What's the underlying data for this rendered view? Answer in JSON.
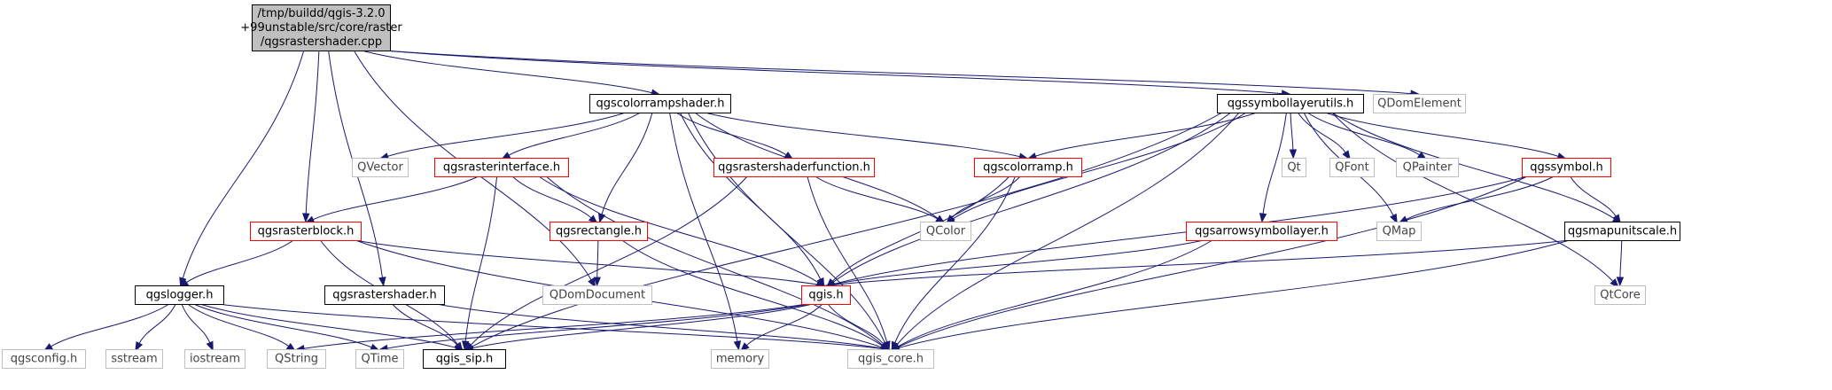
{
  "graph": {
    "root": {
      "id": "root",
      "lines": [
        "/tmp/buildd/qgis-3.2.0",
        "+99unstable/src/core/raster",
        "/qgsrastershader.cpp"
      ],
      "style": "root"
    },
    "nodes": [
      {
        "id": "qgscolorrampshader",
        "label": "qgscolorrampshader.h",
        "style": "normal"
      },
      {
        "id": "qgssymbollayerutils",
        "label": "qgssymbollayerutils.h",
        "style": "normal"
      },
      {
        "id": "QDomElement",
        "label": "QDomElement",
        "style": "external"
      },
      {
        "id": "QVector",
        "label": "QVector",
        "style": "external"
      },
      {
        "id": "qgsrasterinterface",
        "label": "qgsrasterinterface.h",
        "style": "red"
      },
      {
        "id": "qgsrastershaderfunction",
        "label": "qgsrastershaderfunction.h",
        "style": "red"
      },
      {
        "id": "qgscolorramp",
        "label": "qgscolorramp.h",
        "style": "red"
      },
      {
        "id": "Qt",
        "label": "Qt",
        "style": "external"
      },
      {
        "id": "QFont",
        "label": "QFont",
        "style": "external"
      },
      {
        "id": "QPainter",
        "label": "QPainter",
        "style": "external"
      },
      {
        "id": "qgssymbol",
        "label": "qgssymbol.h",
        "style": "red"
      },
      {
        "id": "qgsrasterblock",
        "label": "qgsrasterblock.h",
        "style": "red"
      },
      {
        "id": "qgsrectangle",
        "label": "qgsrectangle.h",
        "style": "red"
      },
      {
        "id": "QColor",
        "label": "QColor",
        "style": "external"
      },
      {
        "id": "qgsarrowsymbollayer",
        "label": "qgsarrowsymbollayer.h",
        "style": "red"
      },
      {
        "id": "QMap",
        "label": "QMap",
        "style": "external"
      },
      {
        "id": "qgsmapunitscale",
        "label": "qgsmapunitscale.h",
        "style": "normal"
      },
      {
        "id": "qgslogger",
        "label": "qgslogger.h",
        "style": "normal"
      },
      {
        "id": "qgsrastershader",
        "label": "qgsrastershader.h",
        "style": "normal"
      },
      {
        "id": "QDomDocument",
        "label": "QDomDocument",
        "style": "external"
      },
      {
        "id": "qgis",
        "label": "qgis.h",
        "style": "red"
      },
      {
        "id": "QtCore",
        "label": "QtCore",
        "style": "external"
      },
      {
        "id": "qgsconfig",
        "label": "qgsconfig.h",
        "style": "external"
      },
      {
        "id": "sstream",
        "label": "sstream",
        "style": "external"
      },
      {
        "id": "iostream",
        "label": "iostream",
        "style": "external"
      },
      {
        "id": "QString",
        "label": "QString",
        "style": "external"
      },
      {
        "id": "QTime",
        "label": "QTime",
        "style": "external"
      },
      {
        "id": "qgis_sip",
        "label": "qgis_sip.h",
        "style": "normal"
      },
      {
        "id": "memory",
        "label": "memory",
        "style": "external"
      },
      {
        "id": "qgis_core",
        "label": "qgis_core.h",
        "style": "external"
      }
    ],
    "edges": [
      [
        "root",
        "qgscolorrampshader"
      ],
      [
        "root",
        "qgssymbollayerutils"
      ],
      [
        "root",
        "QDomElement"
      ],
      [
        "root",
        "qgsrasterblock"
      ],
      [
        "root",
        "qgslogger"
      ],
      [
        "root",
        "qgsrastershader"
      ],
      [
        "root",
        "QDomDocument"
      ],
      [
        "qgscolorrampshader",
        "QVector"
      ],
      [
        "qgscolorrampshader",
        "qgsrasterinterface"
      ],
      [
        "qgscolorrampshader",
        "qgsrastershaderfunction"
      ],
      [
        "qgscolorrampshader",
        "qgscolorramp"
      ],
      [
        "qgscolorrampshader",
        "qgsrectangle"
      ],
      [
        "qgscolorrampshader",
        "QColor"
      ],
      [
        "qgscolorrampshader",
        "qgis"
      ],
      [
        "qgscolorrampshader",
        "memory"
      ],
      [
        "qgscolorrampshader",
        "qgis_core"
      ],
      [
        "qgssymbollayerutils",
        "QColor"
      ],
      [
        "qgssymbollayerutils",
        "qgscolorramp"
      ],
      [
        "qgssymbollayerutils",
        "Qt"
      ],
      [
        "qgssymbollayerutils",
        "QFont"
      ],
      [
        "qgssymbollayerutils",
        "QPainter"
      ],
      [
        "qgssymbollayerutils",
        "qgssymbol"
      ],
      [
        "qgssymbollayerutils",
        "QMap"
      ],
      [
        "qgssymbollayerutils",
        "qgsmapunitscale"
      ],
      [
        "qgssymbollayerutils",
        "QtCore"
      ],
      [
        "qgssymbollayerutils",
        "qgsarrowsymbollayer"
      ],
      [
        "qgssymbollayerutils",
        "qgis"
      ],
      [
        "qgssymbollayerutils",
        "qgis_sip"
      ],
      [
        "qgssymbollayerutils",
        "qgis_core"
      ],
      [
        "qgsrasterinterface",
        "qgsrasterblock"
      ],
      [
        "qgsrasterinterface",
        "qgsrectangle"
      ],
      [
        "qgsrasterinterface",
        "qgis"
      ],
      [
        "qgsrasterinterface",
        "qgis_sip"
      ],
      [
        "qgsrasterinterface",
        "qgis_core"
      ],
      [
        "qgsrastershaderfunction",
        "QColor"
      ],
      [
        "qgsrastershaderfunction",
        "qgis_sip"
      ],
      [
        "qgsrastershaderfunction",
        "qgis_core"
      ],
      [
        "qgscolorramp",
        "QColor"
      ],
      [
        "qgscolorramp",
        "qgis"
      ],
      [
        "qgscolorramp",
        "qgis_core"
      ],
      [
        "qgssymbol",
        "QMap"
      ],
      [
        "qgssymbol",
        "qgsmapunitscale"
      ],
      [
        "qgssymbol",
        "qgis"
      ],
      [
        "qgssymbol",
        "qgis_core"
      ],
      [
        "qgsrasterblock",
        "qgslogger"
      ],
      [
        "qgsrasterblock",
        "qgis"
      ],
      [
        "qgsrasterblock",
        "qgis_sip"
      ],
      [
        "qgsrasterblock",
        "qgis_core"
      ],
      [
        "qgsrectangle",
        "QDomDocument"
      ],
      [
        "qgsrectangle",
        "qgis_core"
      ],
      [
        "qgsarrowsymbollayer",
        "qgis"
      ],
      [
        "qgsarrowsymbollayer",
        "qgis_core"
      ],
      [
        "qgsmapunitscale",
        "qgis"
      ],
      [
        "qgsmapunitscale",
        "QtCore"
      ],
      [
        "qgsmapunitscale",
        "qgis_core"
      ],
      [
        "qgslogger",
        "qgsconfig"
      ],
      [
        "qgslogger",
        "sstream"
      ],
      [
        "qgslogger",
        "iostream"
      ],
      [
        "qgslogger",
        "QString"
      ],
      [
        "qgslogger",
        "QTime"
      ],
      [
        "qgslogger",
        "qgis_sip"
      ],
      [
        "qgslogger",
        "qgis_core"
      ],
      [
        "qgsrastershader",
        "qgis_sip"
      ],
      [
        "qgsrastershader",
        "qgis_core"
      ],
      [
        "qgis",
        "QString"
      ],
      [
        "qgis",
        "QTime"
      ],
      [
        "qgis",
        "qgis_sip"
      ],
      [
        "qgis",
        "memory"
      ],
      [
        "qgis",
        "qgis_core"
      ]
    ],
    "colors": {
      "root_fill": "#bfbfbf",
      "normal_border": "#000000",
      "red_border": "#ff0000",
      "external_border": "#bfbfbf",
      "text": "#000000",
      "external_text": "#444444",
      "edge": "#191970"
    }
  }
}
